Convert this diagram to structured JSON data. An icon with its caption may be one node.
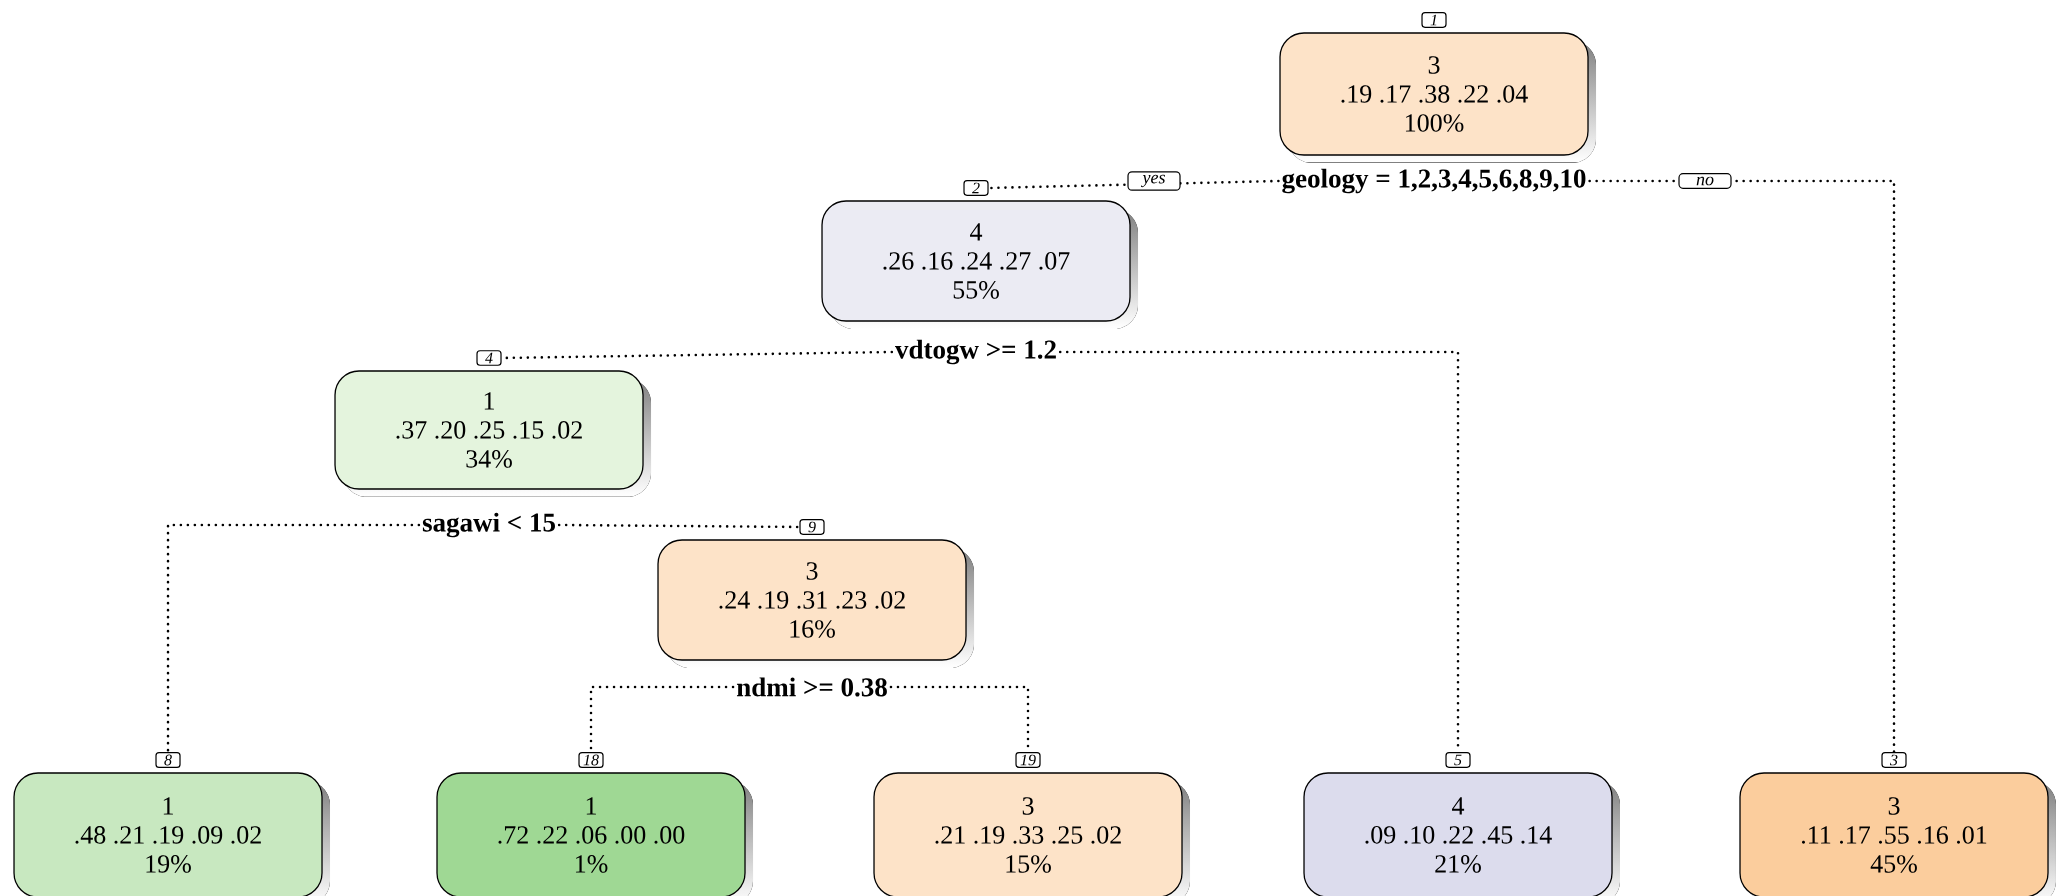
{
  "diagram": {
    "nodes": [
      {
        "text": [
          "3",
          ".19 .17 .38 .22 .04",
          "100%"
        ],
        "beside": [
          "1",
          "geology = 1,2,3,4,5,6,8,9,10"
        ]
      },
      {
        "text": [
          "4",
          ".26 .16 .24 .27 .07",
          "55%"
        ],
        "beside": [
          "2",
          "vdtogw >= 1.2"
        ]
      },
      {
        "text": [
          "1",
          ".37 .20 .25 .15 .02",
          "34%"
        ],
        "beside": [
          "4",
          "sagawi < 15"
        ]
      },
      {
        "text": [
          "1",
          ".48 .21 .19 .09 .02",
          "19%"
        ],
        "beside": [
          "8"
        ]
      },
      {
        "text": [
          "3",
          ".24 .19 .31 .23 .02",
          "16%"
        ],
        "beside": [
          "9",
          "ndmi >= 0.38"
        ]
      },
      {
        "text": [
          "1",
          ".72 .22 .06 .00 .00",
          "1%"
        ],
        "beside": [
          "18"
        ]
      },
      {
        "text": [
          "3",
          ".21 .19 .33 .25 .02",
          "15%"
        ],
        "beside": [
          "19"
        ]
      },
      {
        "text": [
          "4",
          ".09 .10 .22 .45 .14",
          "21%"
        ],
        "beside": [
          "5"
        ]
      },
      {
        "text": [
          "3",
          ".11 .17 .55 .16 .01",
          "45%"
        ],
        "beside": [
          "3"
        ]
      }
    ],
    "edges": [
      {
        "from": 0,
        "to": 1,
        "arrow": "none",
        "label": "yes"
      },
      {
        "from": 0,
        "to": 8,
        "arrow": "none",
        "label": "no"
      },
      {
        "from": 1,
        "to": 2,
        "arrow": "none"
      },
      {
        "from": 1,
        "to": 7,
        "arrow": "none"
      },
      {
        "from": 2,
        "to": 3,
        "arrow": "none"
      },
      {
        "from": 2,
        "to": 4,
        "arrow": "none"
      },
      {
        "from": 4,
        "to": 5,
        "arrow": "none"
      },
      {
        "from": 4,
        "to": 6,
        "arrow": "none"
      }
    ]
  }
}
